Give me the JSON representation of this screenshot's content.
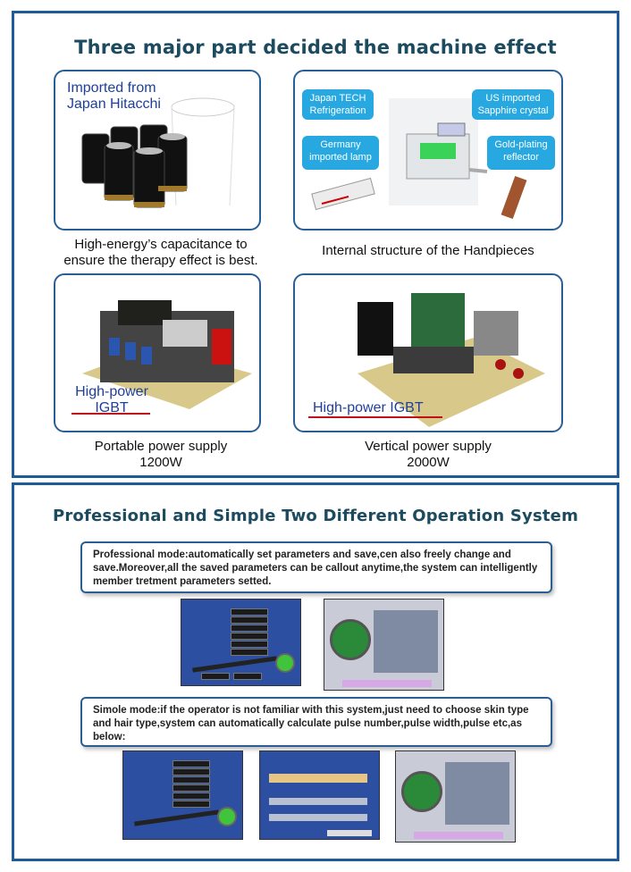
{
  "top": {
    "title": "Three major part decided the machine effect",
    "cells": [
      {
        "overlay": "Imported from\nJapan Hitacchi",
        "caption": "High-energy’s capacitance to\nensure the therapy effect is best."
      },
      {
        "caption": "Internal structure of the Handpieces",
        "bubbles": [
          "Japan TECH Refrigeration",
          "US imported Sapphire crystal",
          "Germany imported lamp",
          "Gold-plating reflector"
        ]
      },
      {
        "overlay": "High-power\nIGBT",
        "caption": "Portable power supply\n1200W"
      },
      {
        "overlay": "High-power IGBT",
        "caption": "Vertical power supply\n2000W"
      }
    ]
  },
  "bottom": {
    "title": "Professional and Simple Two Different Operation System",
    "professional_text": "Professional mode:automatically set parameters and save,cen also freely change and save.Moreover,all the saved parameters can be callout anytime,the system can intelligently member tretment parameters setted.",
    "simple_text": "Simole mode:if the operator is not familiar with this system,just need to choose skin type and hair type,system can automatically calculate pulse number,pulse width,pulse etc,as below:"
  },
  "colors": {
    "border": "#1f5a9a",
    "heading": "#1c4a5e",
    "bubble": "#28a8e0",
    "accent_red": "#c0101a"
  }
}
